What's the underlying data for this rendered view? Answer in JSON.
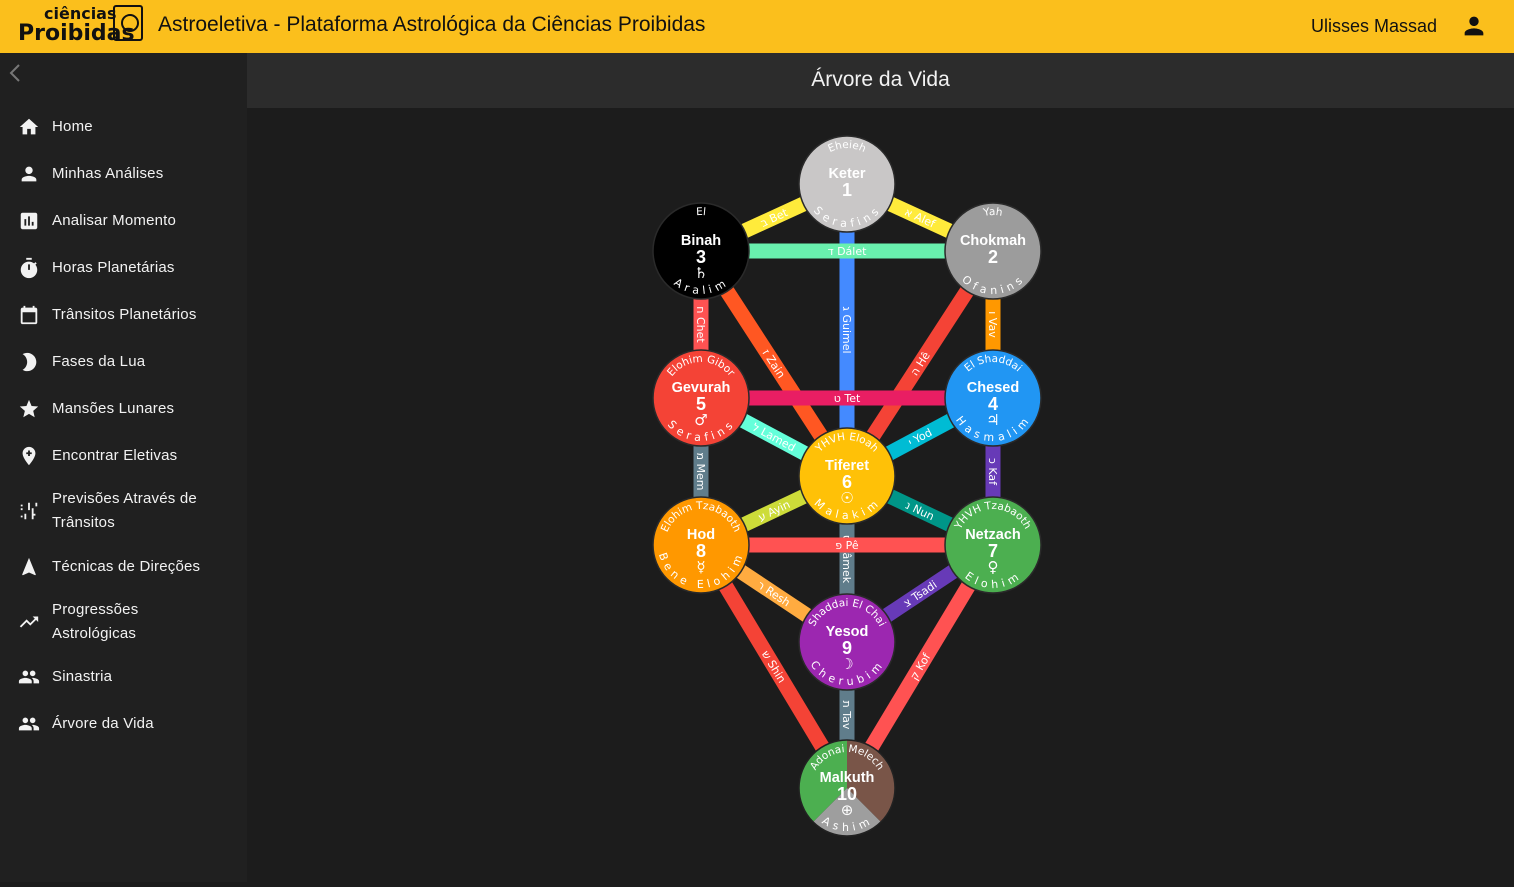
{
  "app": {
    "logo_line1": "ciências",
    "logo_line2": "Proibidas",
    "title": "Astroeletiva - Plataforma Astrológica da Ciências Proibidas",
    "user_name": "Ulisses Massad"
  },
  "colors": {
    "accent": "#fbbf1c",
    "sidebar": "#202020",
    "background": "#1c1c1c"
  },
  "sidebar": {
    "items": [
      {
        "label": "Home",
        "icon": "home-icon"
      },
      {
        "label": "Minhas Análises",
        "icon": "person-icon"
      },
      {
        "label": "Analisar Momento",
        "icon": "chart-icon"
      },
      {
        "label": "Horas Planetárias",
        "icon": "timer-icon"
      },
      {
        "label": "Trânsitos Planetários",
        "icon": "calendar-icon"
      },
      {
        "label": "Fases da Lua",
        "icon": "moon-icon"
      },
      {
        "label": "Mansões Lunares",
        "icon": "star-icon"
      },
      {
        "label": "Encontrar Eletivas",
        "icon": "location-icon"
      },
      {
        "label": "Previsões Através de Trânsitos",
        "icon": "tune-icon"
      },
      {
        "label": "Técnicas de Direções",
        "icon": "navigation-icon"
      },
      {
        "label": "Progressões Astrológicas",
        "icon": "trending-icon"
      },
      {
        "label": "Sinastria",
        "icon": "people-icon"
      },
      {
        "label": "Árvore da Vida",
        "icon": "people-icon"
      }
    ]
  },
  "page": {
    "title": "Árvore da Vida"
  },
  "tree": {
    "sephiroth": [
      {
        "id": "keter",
        "name": "Keter",
        "number": "1",
        "divine": "Eheieh",
        "angels": "Serafins",
        "symbol": "",
        "color": "#c9c7c7"
      },
      {
        "id": "chokmah",
        "name": "Chokmah",
        "number": "2",
        "divine": "Yah",
        "angels": "Ofanins",
        "symbol": "",
        "color": "#9c9c9c"
      },
      {
        "id": "binah",
        "name": "Binah",
        "number": "3",
        "divine": "El",
        "angels": "Aralim",
        "symbol": "♄",
        "color": "#000000"
      },
      {
        "id": "chesed",
        "name": "Chesed",
        "number": "4",
        "divine": "El Shaddai",
        "angels": "Hasmalim",
        "symbol": "♃",
        "color": "#2196f3"
      },
      {
        "id": "gevurah",
        "name": "Gevurah",
        "number": "5",
        "divine": "Elohim Gibor",
        "angels": "Serafins",
        "symbol": "♂",
        "color": "#f44336"
      },
      {
        "id": "tiferet",
        "name": "Tiferet",
        "number": "6",
        "divine": "YHVH Eloah",
        "angels": "Malakim",
        "symbol": "☉",
        "color": "#ffc107"
      },
      {
        "id": "netzach",
        "name": "Netzach",
        "number": "7",
        "divine": "YHVH Tzabaoth",
        "angels": "Elohim",
        "symbol": "♀",
        "color": "#4caf50"
      },
      {
        "id": "hod",
        "name": "Hod",
        "number": "8",
        "divine": "Elohim Tzabaoth",
        "angels": "Bene Elohim",
        "symbol": "☿",
        "color": "#ff9800"
      },
      {
        "id": "yesod",
        "name": "Yesod",
        "number": "9",
        "divine": "Shaddai El Chai",
        "angels": "Cherubim",
        "symbol": "☽",
        "color": "#9c27b0"
      },
      {
        "id": "malkuth",
        "name": "Malkuth",
        "number": "10",
        "divine": "Adonai Melech",
        "angels": "Ashim",
        "symbol": "⊕",
        "color": "#4caf50"
      }
    ],
    "paths": [
      {
        "from": "keter",
        "to": "binah",
        "label": "ב Bet",
        "color": "#ffeb3b"
      },
      {
        "from": "keter",
        "to": "chokmah",
        "label": "א Alef",
        "color": "#ffeb3b"
      },
      {
        "from": "keter",
        "to": "tiferet",
        "label": "ג Guimel",
        "color": "#448aff"
      },
      {
        "from": "binah",
        "to": "chokmah",
        "label": "ד Dálet",
        "color": "#69f0ae"
      },
      {
        "from": "binah",
        "to": "gevurah",
        "label": "ח Chet",
        "color": "#ff5252"
      },
      {
        "from": "binah",
        "to": "tiferet",
        "label": "ז Zain",
        "color": "#ff5722"
      },
      {
        "from": "chokmah",
        "to": "chesed",
        "label": "ו Vav",
        "color": "#ff9800"
      },
      {
        "from": "chokmah",
        "to": "tiferet",
        "label": "ה Hê",
        "color": "#f44336"
      },
      {
        "from": "gevurah",
        "to": "chesed",
        "label": "ט Tet",
        "color": "#e91e63"
      },
      {
        "from": "gevurah",
        "to": "tiferet",
        "label": "ל Lamed",
        "color": "#64ffda"
      },
      {
        "from": "gevurah",
        "to": "hod",
        "label": "מ Mem",
        "color": "#607d8b"
      },
      {
        "from": "chesed",
        "to": "tiferet",
        "label": "י Yod",
        "color": "#00bcd4"
      },
      {
        "from": "chesed",
        "to": "netzach",
        "label": "כ Kaf",
        "color": "#673ab7"
      },
      {
        "from": "tiferet",
        "to": "hod",
        "label": "ע Ayin",
        "color": "#cddc39"
      },
      {
        "from": "tiferet",
        "to": "netzach",
        "label": "נ Nun",
        "color": "#009688"
      },
      {
        "from": "tiferet",
        "to": "yesod",
        "label": "ס Sâmek",
        "color": "#607d8b"
      },
      {
        "from": "hod",
        "to": "netzach",
        "label": "פ Pê",
        "color": "#ff5252"
      },
      {
        "from": "hod",
        "to": "yesod",
        "label": "ר Resh",
        "color": "#ffab40"
      },
      {
        "from": "netzach",
        "to": "yesod",
        "label": "צ Tsadi",
        "color": "#673ab7"
      },
      {
        "from": "hod",
        "to": "malkuth",
        "label": "ש Shin",
        "color": "#f44336"
      },
      {
        "from": "netzach",
        "to": "malkuth",
        "label": "ק Kof",
        "color": "#ff5252"
      },
      {
        "from": "yesod",
        "to": "malkuth",
        "label": "ת Tav",
        "color": "#607d8b"
      }
    ],
    "malkuth_quarters": [
      "#4caf50",
      "#795548",
      "#9e9e9e"
    ]
  }
}
